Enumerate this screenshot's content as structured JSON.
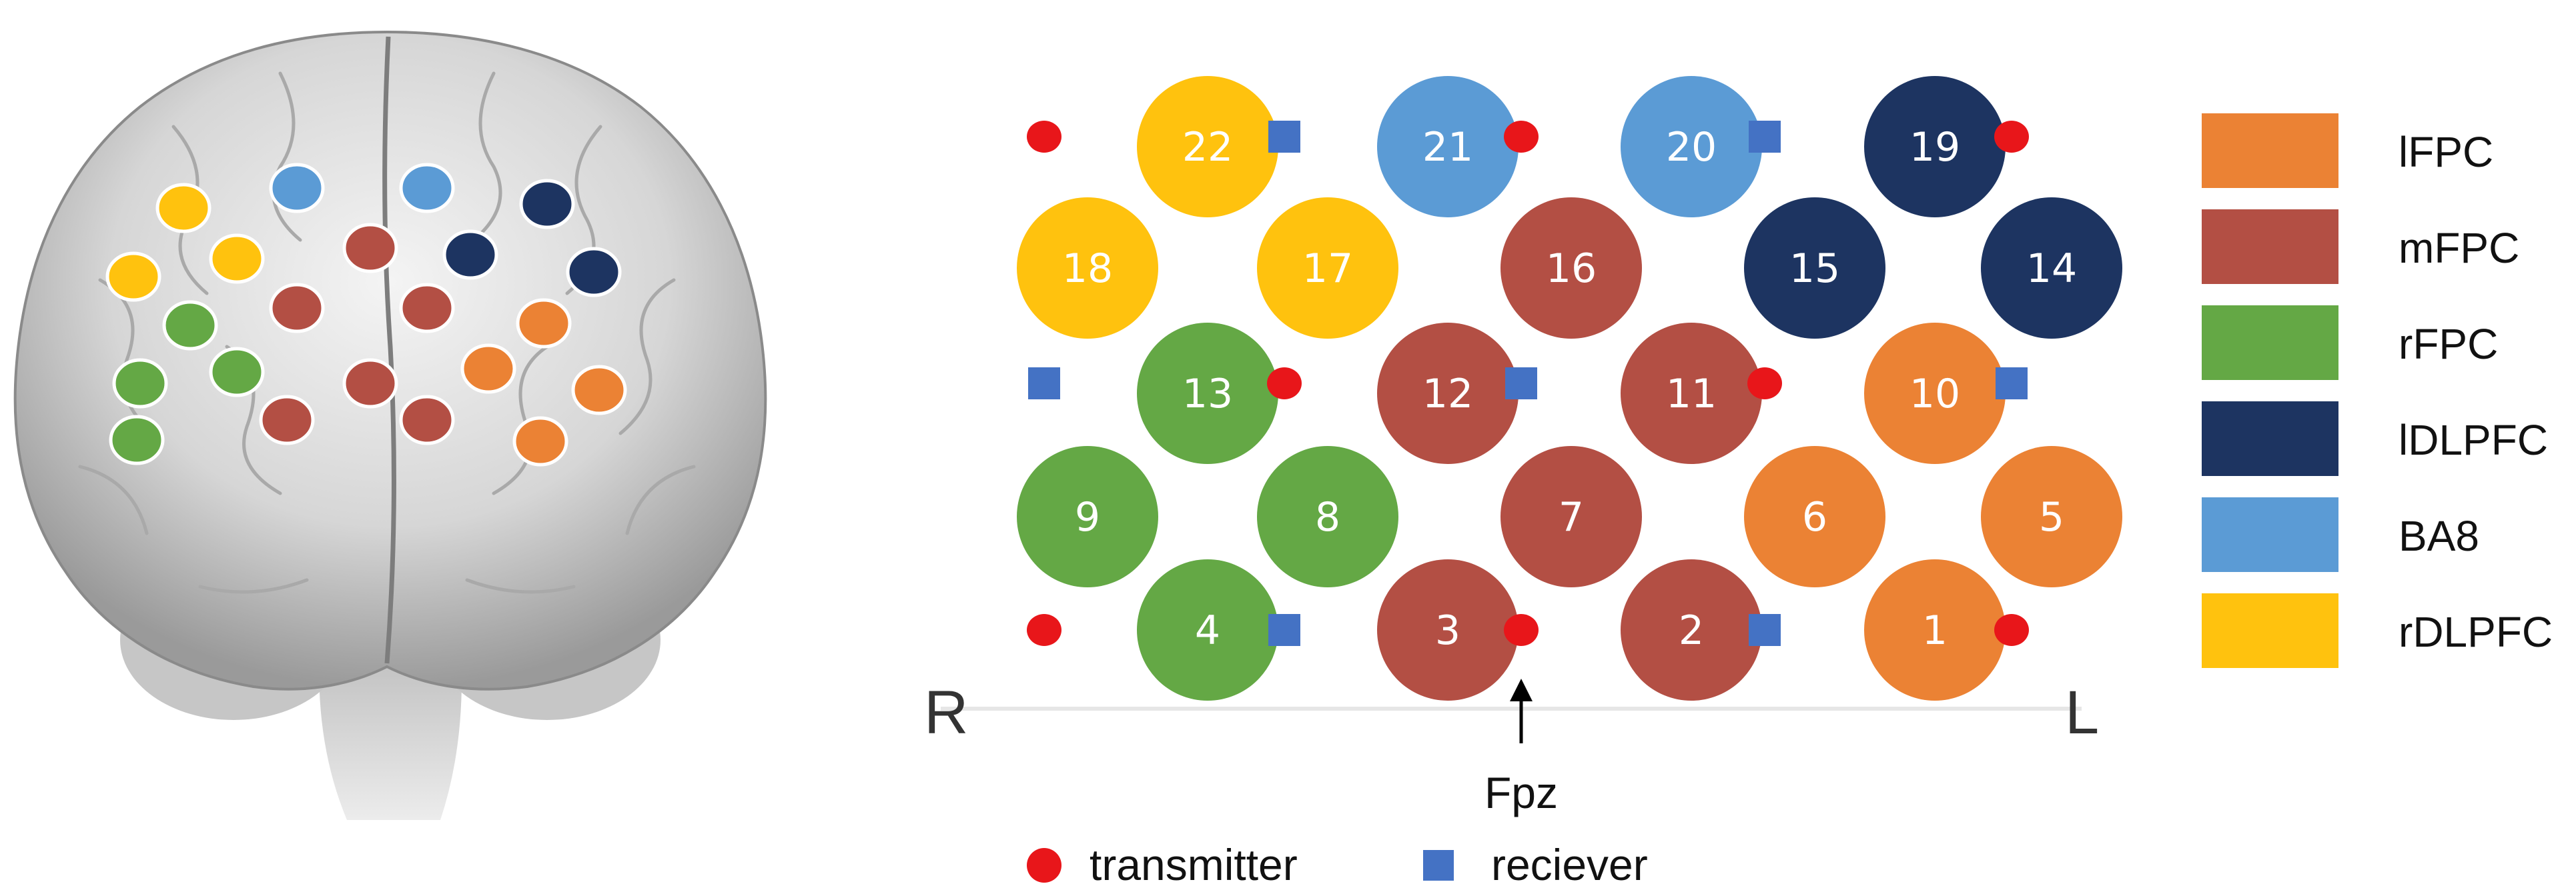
{
  "colors": {
    "lFPC": "#EB8234",
    "mFPC": "#B34F44",
    "rFPC": "#64A845",
    "lDLPFC": "#1D3461",
    "BA8": "#5B9BD5",
    "rDLPFC": "#FFC20E",
    "transmitter": "#E8161A",
    "receiver": "#4472C4"
  },
  "brain": {
    "dots": [
      {
        "region": "rDLPFC"
      },
      {
        "region": "BA8"
      },
      {
        "region": "BA8"
      },
      {
        "region": "lDLPFC"
      },
      {
        "region": "rDLPFC"
      },
      {
        "region": "rDLPFC"
      },
      {
        "region": "mFPC"
      },
      {
        "region": "lDLPFC"
      },
      {
        "region": "lDLPFC"
      },
      {
        "region": "mFPC"
      },
      {
        "region": "mFPC"
      },
      {
        "region": "rFPC"
      },
      {
        "region": "lFPC"
      },
      {
        "region": "rFPC"
      },
      {
        "region": "rFPC"
      },
      {
        "region": "mFPC"
      },
      {
        "region": "lFPC"
      },
      {
        "region": "lFPC"
      },
      {
        "region": "mFPC"
      },
      {
        "region": "mFPC"
      },
      {
        "region": "rFPC"
      },
      {
        "region": "lFPC"
      }
    ]
  },
  "channels": [
    {
      "n": "1",
      "region": "lFPC"
    },
    {
      "n": "2",
      "region": "mFPC"
    },
    {
      "n": "3",
      "region": "mFPC"
    },
    {
      "n": "4",
      "region": "rFPC"
    },
    {
      "n": "5",
      "region": "lFPC"
    },
    {
      "n": "6",
      "region": "lFPC"
    },
    {
      "n": "7",
      "region": "mFPC"
    },
    {
      "n": "8",
      "region": "rFPC"
    },
    {
      "n": "9",
      "region": "rFPC"
    },
    {
      "n": "10",
      "region": "lFPC"
    },
    {
      "n": "11",
      "region": "mFPC"
    },
    {
      "n": "12",
      "region": "mFPC"
    },
    {
      "n": "13",
      "region": "rFPC"
    },
    {
      "n": "14",
      "region": "lDLPFC"
    },
    {
      "n": "15",
      "region": "lDLPFC"
    },
    {
      "n": "16",
      "region": "mFPC"
    },
    {
      "n": "17",
      "region": "rDLPFC"
    },
    {
      "n": "18",
      "region": "rDLPFC"
    },
    {
      "n": "19",
      "region": "lDLPFC"
    },
    {
      "n": "20",
      "region": "BA8"
    },
    {
      "n": "21",
      "region": "BA8"
    },
    {
      "n": "22",
      "region": "rDLPFC"
    }
  ],
  "probes": [
    {
      "kind": "transmitter"
    },
    {
      "kind": "receiver"
    },
    {
      "kind": "transmitter"
    },
    {
      "kind": "receiver"
    },
    {
      "kind": "transmitter"
    },
    {
      "kind": "receiver"
    },
    {
      "kind": "transmitter"
    },
    {
      "kind": "receiver"
    },
    {
      "kind": "transmitter"
    },
    {
      "kind": "receiver"
    },
    {
      "kind": "transmitter"
    },
    {
      "kind": "receiver"
    },
    {
      "kind": "transmitter"
    },
    {
      "kind": "receiver"
    },
    {
      "kind": "transmitter"
    }
  ],
  "orientation": {
    "right": "R",
    "left": "L"
  },
  "reference": {
    "label": "Fpz"
  },
  "legend": [
    {
      "key": "lFPC",
      "label": "lFPC"
    },
    {
      "key": "mFPC",
      "label": "mFPC"
    },
    {
      "key": "rFPC",
      "label": "rFPC"
    },
    {
      "key": "lDLPFC",
      "label": "lDLPFC"
    },
    {
      "key": "BA8",
      "label": "BA8"
    },
    {
      "key": "rDLPFC",
      "label": "rDLPFC"
    }
  ],
  "probe_key": {
    "transmitter": "transmitter",
    "receiver": "reciever"
  }
}
